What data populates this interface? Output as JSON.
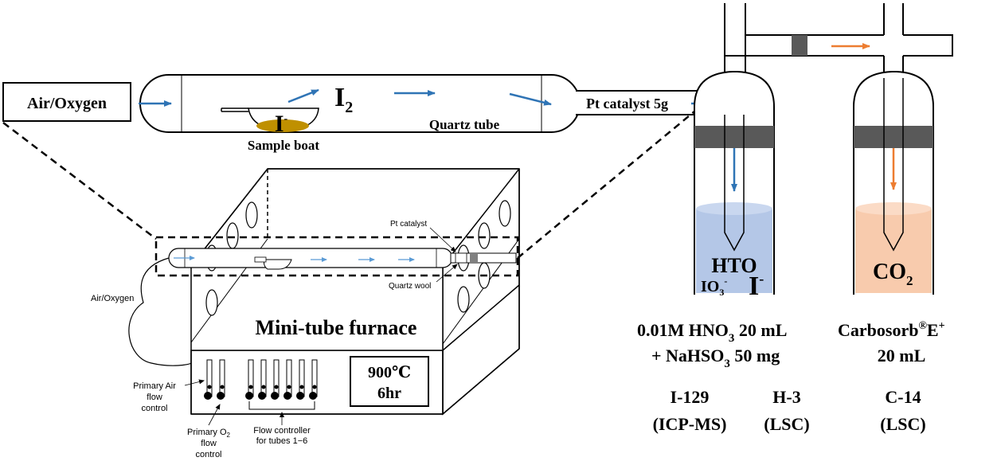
{
  "labels": {
    "air_oxygen_box": "Air/Oxygen",
    "iodine_gas": "I",
    "iodine_gas_sub": "2",
    "iodide": "I",
    "iodide_sup": "-",
    "sample_boat": "Sample boat",
    "quartz_tube": "Quartz tube",
    "pt_catalyst_5g": "Pt catalyst 5g",
    "pt_catalyst_small": "Pt catalyst",
    "quartz_wool": "Quartz wool",
    "air_oxygen_small": "Air/Oxygen",
    "furnace": "Mini-tube furnace",
    "temp": "900℃",
    "time": "6hr",
    "primary_air_1": "Primary Air",
    "primary_air_2": "flow",
    "primary_air_3": "control",
    "primary_o2_1": "Primary O",
    "primary_o2_sub": "2",
    "primary_o2_2": "flow",
    "primary_o2_3": "control",
    "flow_ctrl_1": "Flow controller",
    "flow_ctrl_2": "for tubes 1−6",
    "hto": "HTO",
    "io3": "IO",
    "io3_sub": "3",
    "io3_sup": "-",
    "iodide_big": "I",
    "iodide_big_sup": "-",
    "co2": "CO",
    "co2_sub": "2",
    "hno3_a": "0.01M HNO",
    "hno3_sub": "3",
    "hno3_b": " 20 mL",
    "nahso3_a": "+ NaHSO",
    "nahso3_sub": "3",
    "nahso3_b": " 50 mg",
    "carbosorb_a": "Carbosorb",
    "carbosorb_sup": "®",
    "carbosorb_b": "E",
    "carbosorb_sup2": "+",
    "carbosorb_vol": "20 mL",
    "i129": "I-129",
    "icpms": "(ICP-MS)",
    "h3": "H-3",
    "lsc1": "(LSC)",
    "c14": "C-14",
    "lsc2": "(LSC)"
  },
  "colors": {
    "blue_arrow": "#2f74b5",
    "orange_arrow": "#ed7d31",
    "blue_liquid": "#b4c7e7",
    "orange_liquid": "#f8cbad",
    "stopper": "#595959",
    "sample": "#bf9000"
  }
}
